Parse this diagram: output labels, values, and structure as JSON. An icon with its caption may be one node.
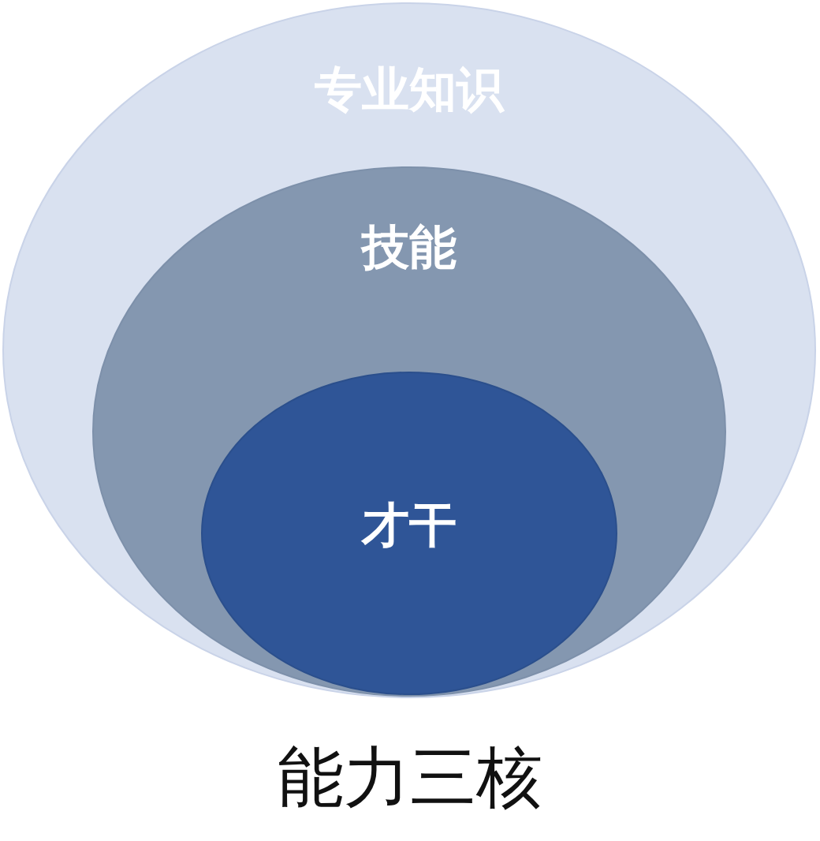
{
  "diagram": {
    "caption": "能力三核",
    "nodes": [
      {
        "text": [
          "专业知识"
        ]
      },
      {
        "text": [
          "技能"
        ],
        "in": 0
      },
      {
        "text": [
          "才干"
        ],
        "in": 1
      }
    ]
  }
}
